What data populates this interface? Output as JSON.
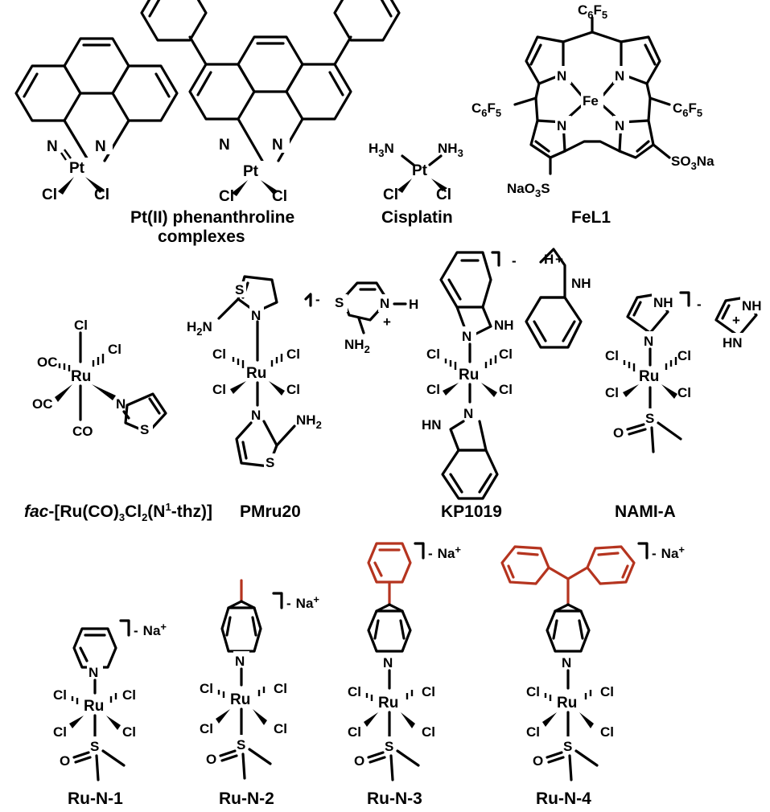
{
  "compounds": [
    {
      "id": "pt-phen",
      "name_line1": "Pt(II) phenanthroline",
      "name_line2": "complexes"
    },
    {
      "id": "cisplatin",
      "name": "Cisplatin"
    },
    {
      "id": "fel1",
      "name": "FeL1"
    },
    {
      "id": "fac",
      "name_prefix": "fac",
      "name_rest": "-[Ru(CO)",
      "name_sub3": "3",
      "name_cl": "Cl",
      "name_sub2": "2",
      "name_n": "(N",
      "name_sup1": "1",
      "name_tail": "-thz)]"
    },
    {
      "id": "pmru20",
      "name": "PMru20"
    },
    {
      "id": "kp1019",
      "name": "KP1019"
    },
    {
      "id": "nami-a",
      "name": "NAMI-A"
    },
    {
      "id": "ru-n-1",
      "name": "Ru-N-1"
    },
    {
      "id": "ru-n-2",
      "name": "Ru-N-2"
    },
    {
      "id": "ru-n-3",
      "name": "Ru-N-3"
    },
    {
      "id": "ru-n-4",
      "name": "Ru-N-4"
    }
  ],
  "atoms": {
    "Pt": "Pt",
    "N": "N",
    "Cl": "Cl",
    "Fe": "Fe",
    "Ru": "Ru",
    "S": "S",
    "O": "O",
    "H3N": "H",
    "NH3": "NH",
    "sub3": "3",
    "C6F5": "C",
    "sub6": "6",
    "F": "F",
    "sub5": "5",
    "SO3Na": "SO",
    "Na": "Na",
    "NaO": "NaO",
    "OC": "OC",
    "CO": "CO",
    "H2N": "H",
    "sub2": "2",
    "NH2": "NH",
    "NH": "NH",
    "H": "H",
    "HN": "HN",
    "plus": "+",
    "minus": "-",
    "Na_plus": "+"
  },
  "colors": {
    "bond": "#000000",
    "highlight": "#b5341f",
    "background": "#ffffff"
  }
}
